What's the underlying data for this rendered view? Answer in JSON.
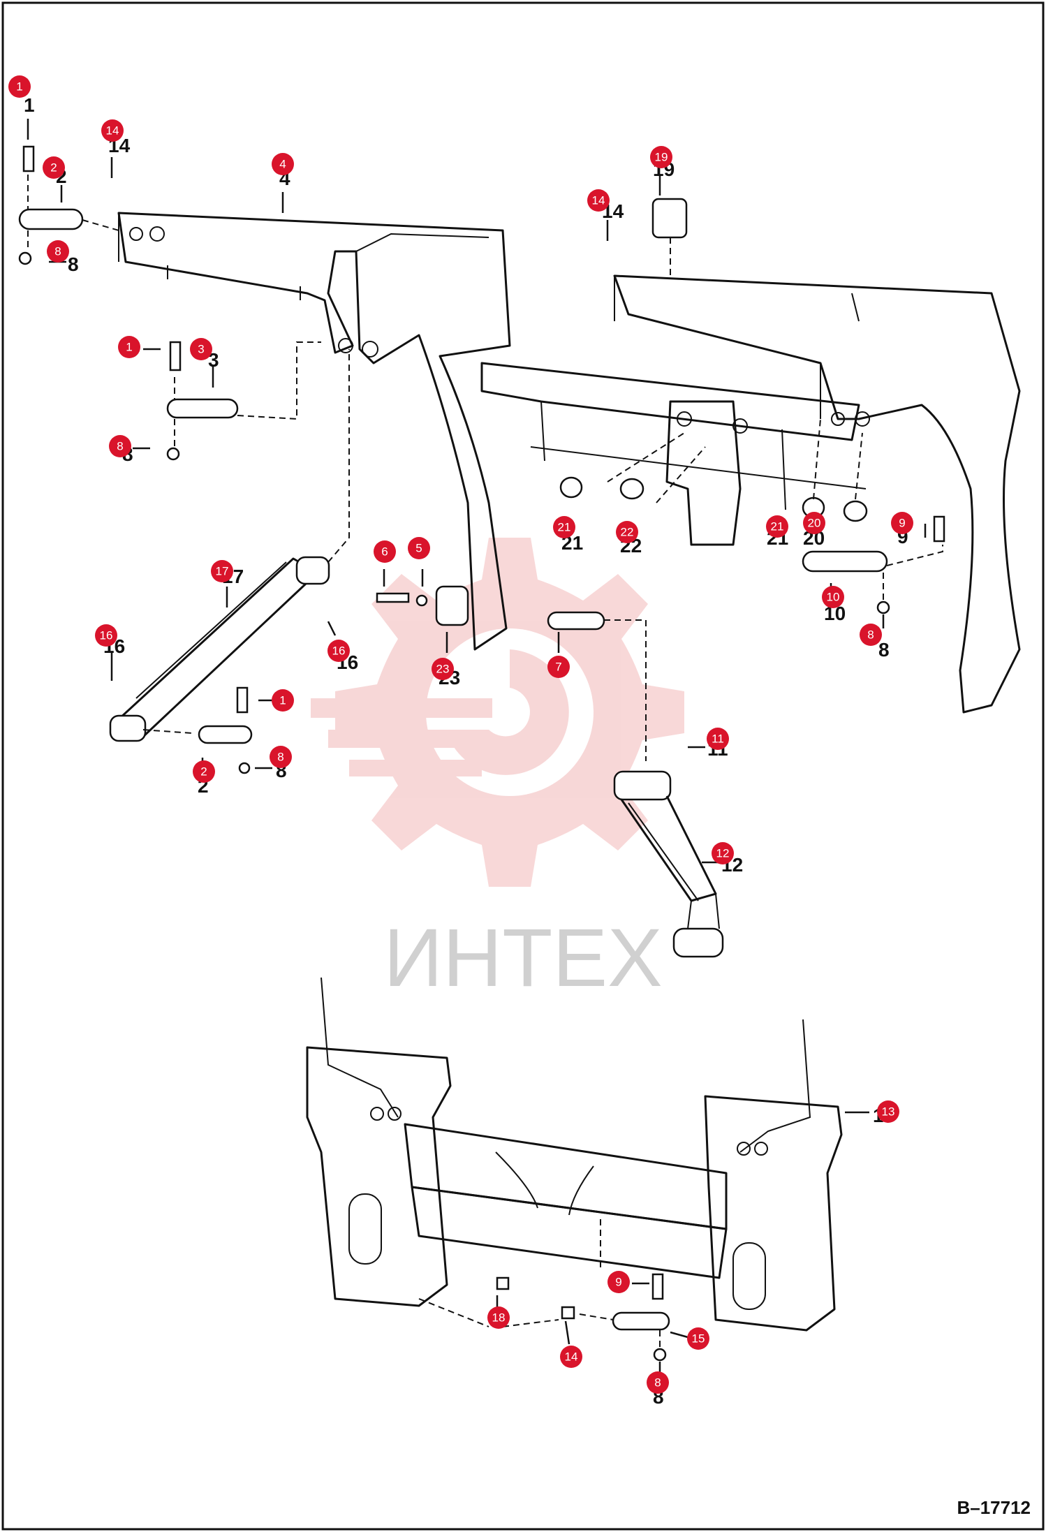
{
  "diagram": {
    "reference_code": "B–17712",
    "watermark_text": "ИНТЕХ",
    "watermark_color": "#f2b8b8",
    "callout_color": "#d9142b",
    "callouts": [
      {
        "number": "1"
      },
      {
        "number": "14"
      },
      {
        "number": "2"
      },
      {
        "number": "4"
      },
      {
        "number": "8"
      },
      {
        "number": "19"
      },
      {
        "number": "14"
      },
      {
        "number": "1"
      },
      {
        "number": "3"
      },
      {
        "number": "8"
      },
      {
        "number": "21"
      },
      {
        "number": "22"
      },
      {
        "number": "21"
      },
      {
        "number": "20"
      },
      {
        "number": "9"
      },
      {
        "number": "10"
      },
      {
        "number": "8"
      },
      {
        "number": "6"
      },
      {
        "number": "5"
      },
      {
        "number": "17"
      },
      {
        "number": "16"
      },
      {
        "number": "16"
      },
      {
        "number": "23"
      },
      {
        "number": "7"
      },
      {
        "number": "1"
      },
      {
        "number": "2"
      },
      {
        "number": "8"
      },
      {
        "number": "11"
      },
      {
        "number": "12"
      },
      {
        "number": "13"
      },
      {
        "number": "9"
      },
      {
        "number": "18"
      },
      {
        "number": "15"
      },
      {
        "number": "14"
      },
      {
        "number": "8"
      }
    ],
    "part_labels": [
      "1",
      "14",
      "2",
      "4",
      "8",
      "19",
      "14",
      "3",
      "8",
      "21",
      "22",
      "21",
      "20",
      "9",
      "10",
      "8",
      "17",
      "16",
      "16",
      "23",
      "1",
      "8",
      "2",
      "11",
      "12",
      "13",
      "8"
    ]
  }
}
